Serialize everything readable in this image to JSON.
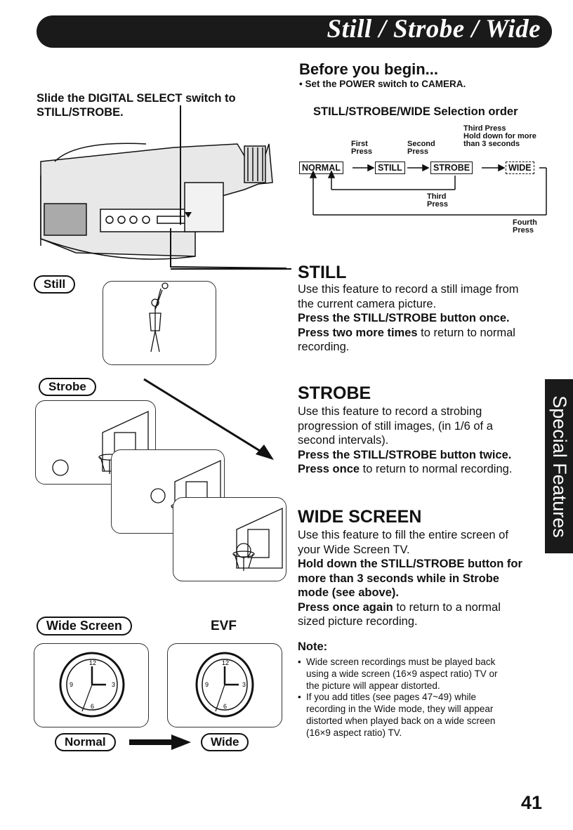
{
  "header": {
    "title": "Still / Strobe / Wide"
  },
  "side_tab": {
    "label": "Special Features"
  },
  "left": {
    "instruction_line1": "Slide the DIGITAL SELECT switch to",
    "instruction_line2": "STILL/STROBE.",
    "labels": {
      "still": "Still",
      "strobe": "Strobe",
      "wide_screen": "Wide Screen",
      "evf": "EVF",
      "normal": "Normal",
      "wide": "Wide"
    },
    "clock_numbers": {
      "twelve": "12",
      "three": "3",
      "six": "6",
      "nine": "9"
    }
  },
  "before": {
    "heading": "Before you begin...",
    "bullet": "Set the POWER switch to CAMERA."
  },
  "selection": {
    "title": "STILL/STROBE/WIDE Selection order",
    "boxes": {
      "normal": "NORMAL",
      "still": "STILL",
      "strobe": "STROBE",
      "wide": "WIDE"
    },
    "first_press_1": "First",
    "first_press_2": "Press",
    "second_press_1": "Second",
    "second_press_2": "Press",
    "third_press_1": "Third Press",
    "third_press_2": "Hold down for more",
    "third_press_3": "than 3 seconds",
    "third_loop_1": "Third",
    "third_loop_2": "Press",
    "fourth_1": "Fourth",
    "fourth_2": "Press"
  },
  "still": {
    "heading": "STILL",
    "line1": "Use this feature to record a still image from",
    "line2": "the current camera picture.",
    "bold1": "Press the STILL/STROBE button once.",
    "bold2": "Press two more times",
    "rest2": " to return to normal",
    "line5": "recording."
  },
  "strobe": {
    "heading": "STROBE",
    "line1": "Use this feature to record a strobing",
    "line2": "progression of still images, (in 1/6 of a",
    "line3": "second intervals).",
    "bold1": "Press the STILL/STROBE button twice.",
    "bold2": "Press once",
    "rest2": " to return to normal recording."
  },
  "wide_screen": {
    "heading": "WIDE SCREEN",
    "line1": "Use this feature to fill the entire screen of",
    "line2": "your Wide Screen TV.",
    "bold1": "Hold down the STILL/STROBE button for",
    "bold2": "more than 3 seconds while in Strobe",
    "bold3": "mode (see above).",
    "bold4": "Press once again",
    "rest4": " to return to a normal",
    "line7": "sized picture recording."
  },
  "note": {
    "heading": "Note:",
    "b1_l1": "Wide screen recordings must be played back",
    "b1_l2": "using a wide screen (16×9 aspect ratio) TV or",
    "b1_l3": "the picture will appear distorted.",
    "b2_l1": "If you add titles (see pages 47~49) while",
    "b2_l2": "recording in the Wide mode, they will appear",
    "b2_l3": "distorted when played back on a wide screen",
    "b2_l4": "(16×9 aspect ratio) TV."
  },
  "page_number": "41"
}
